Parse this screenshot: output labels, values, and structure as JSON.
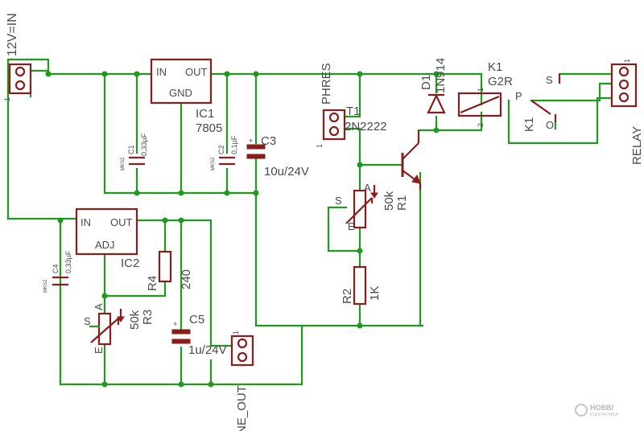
{
  "connectors": {
    "input": {
      "label": "12V=IN",
      "pin1": "1"
    },
    "phres": {
      "label": "PHRES",
      "pin1": "1"
    },
    "relay_out": {
      "label": "RELAY",
      "pin1": "1"
    },
    "ne_out": {
      "label": "NE_OUT",
      "pin1": "1"
    }
  },
  "ic1": {
    "name": "IC1",
    "value": "7805",
    "pin_in": "IN",
    "pin_out": "OUT",
    "pin_gnd": "GND"
  },
  "ic2": {
    "name": "IC2",
    "pin_in": "IN",
    "pin_out": "OUT",
    "pin_adj": "ADJ"
  },
  "c1": {
    "name": "C1",
    "value": "0,33µF",
    "type": "MKS2"
  },
  "c2": {
    "name": "C2",
    "value": "0,1µF",
    "type": "MKS2"
  },
  "c3": {
    "name": "C3",
    "value": "10u/24V",
    "polarity": "+"
  },
  "c4": {
    "name": "C4",
    "value": "0,33µF",
    "type": "MKS2"
  },
  "c5": {
    "name": "C5",
    "value": "1u/24V",
    "polarity": "+"
  },
  "r1": {
    "name": "R1",
    "value": "50k",
    "pin_a": "A",
    "pin_e": "E",
    "pin_s": "S"
  },
  "r2": {
    "name": "R2",
    "value": "1K"
  },
  "r3": {
    "name": "R3",
    "value": "50k",
    "pin_a": "A",
    "pin_e": "E",
    "pin_s": "S"
  },
  "r4": {
    "name": "R4",
    "value": "240"
  },
  "t1": {
    "name": "T1",
    "value": "2N2222"
  },
  "d1": {
    "name": "D1",
    "value": "1N914"
  },
  "k1": {
    "name": "K1",
    "value": "G2R",
    "coil_pin1": "1",
    "coil_pin2": "2",
    "switch_name": "K1",
    "pin_p": "P",
    "pin_s": "S",
    "pin_o": "O"
  },
  "watermark": {
    "title": "HOBBI",
    "subtitle": "ELEKTRONIKA"
  }
}
